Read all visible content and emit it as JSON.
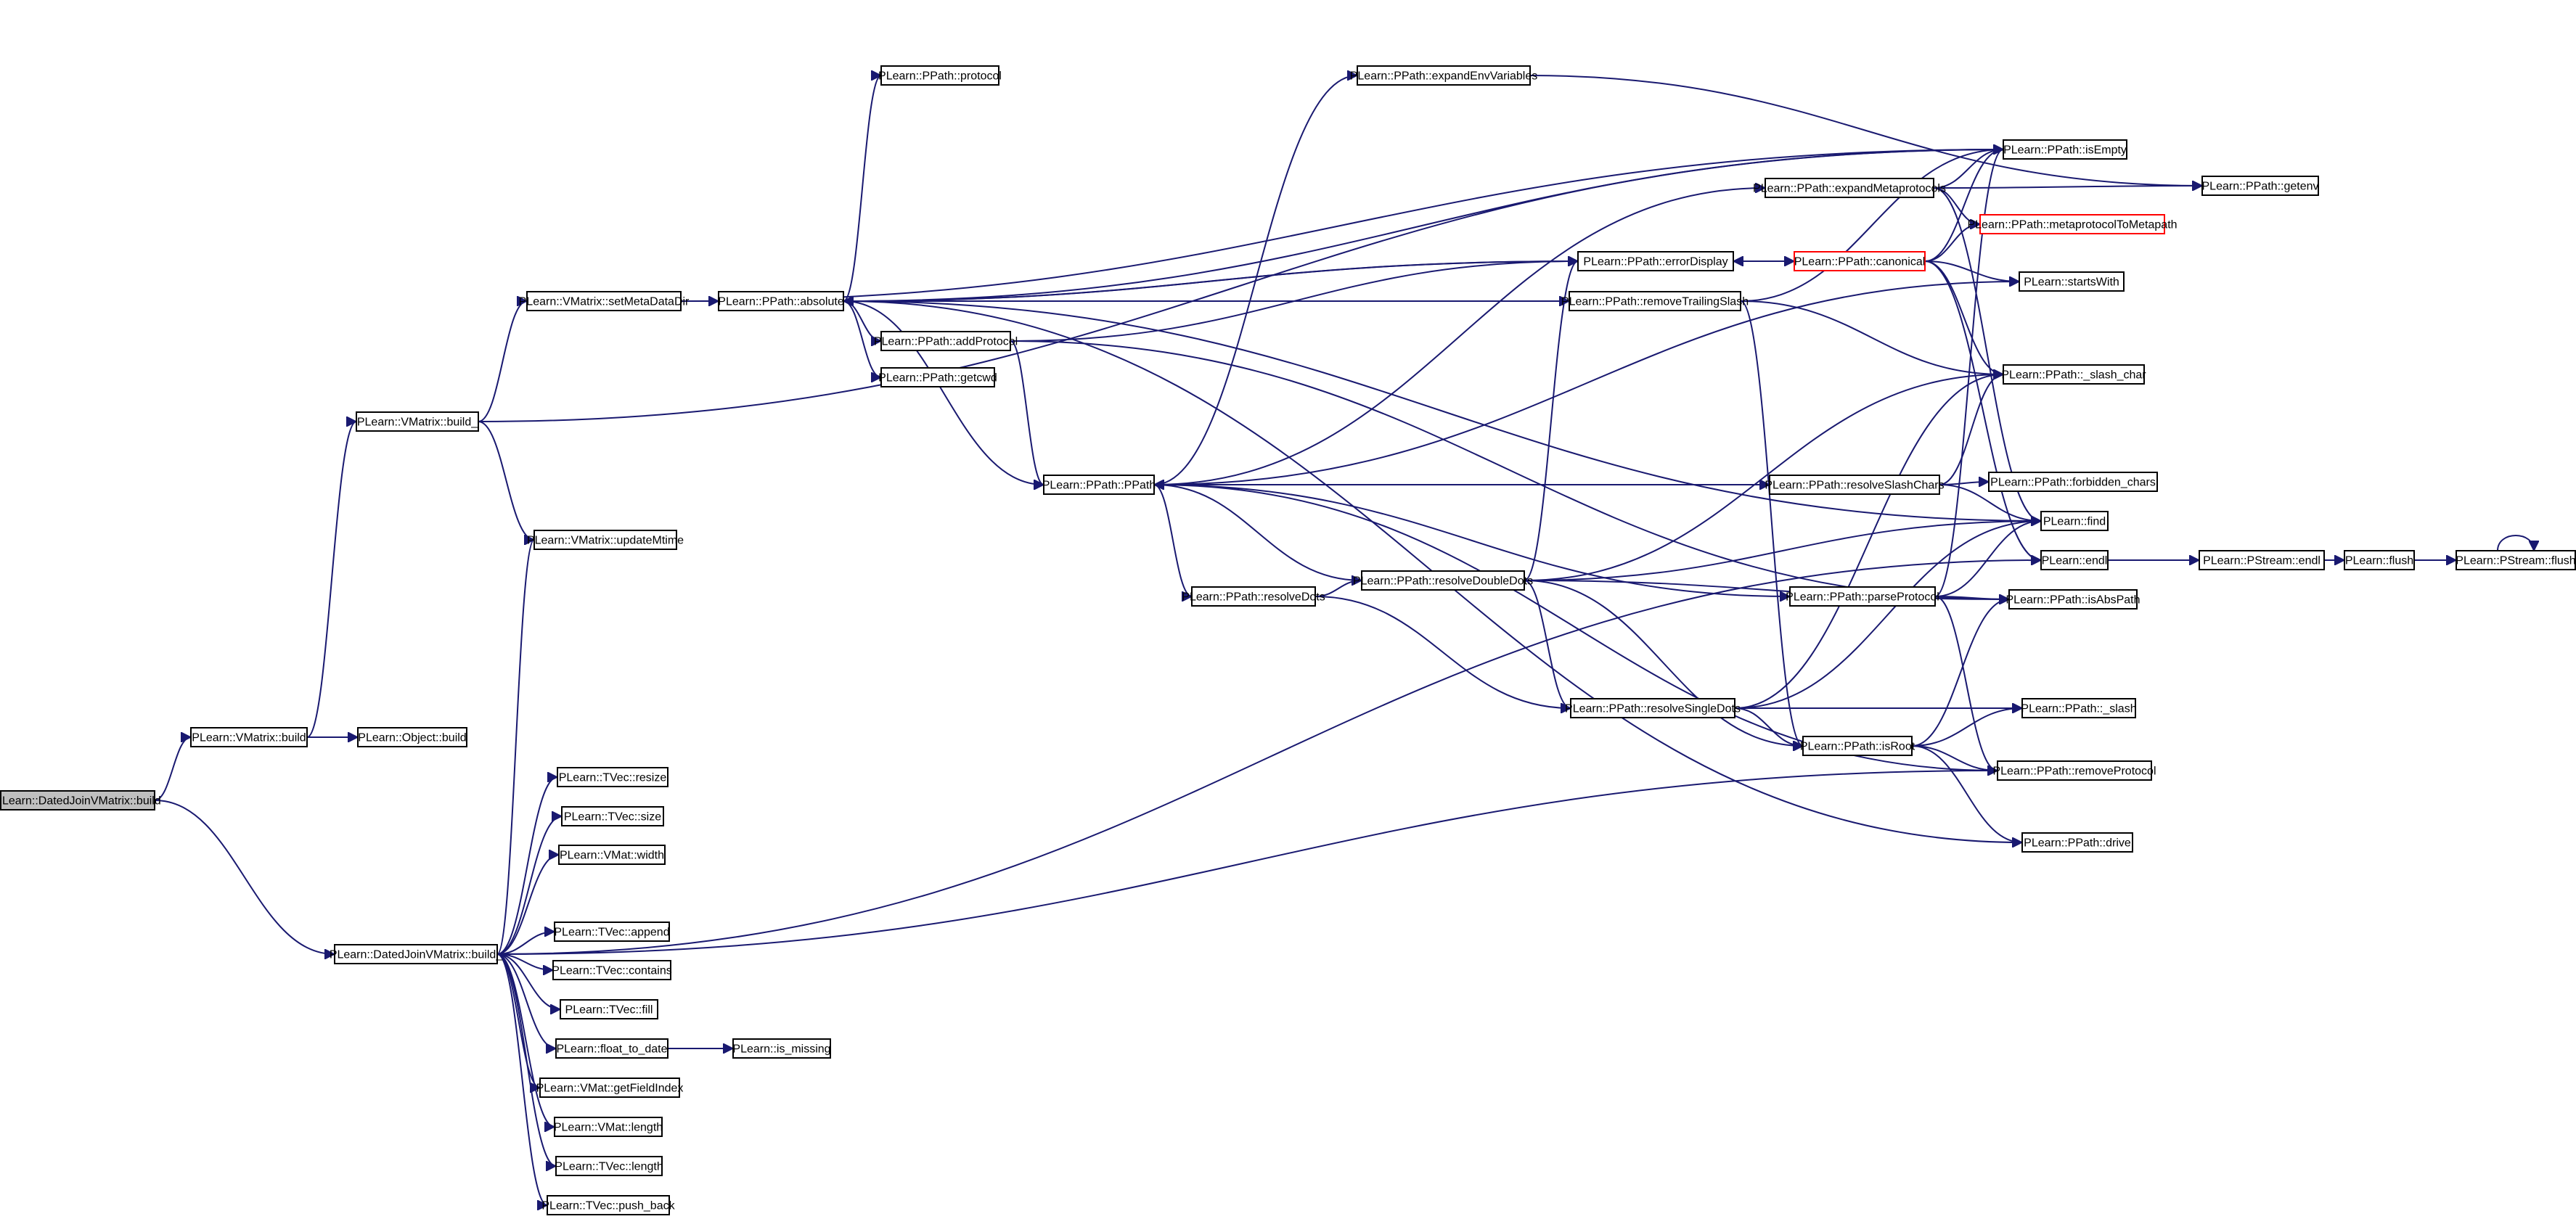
{
  "graph": {
    "edge_color": "#191970",
    "root_fill": "#bfbfbf",
    "highlight_border": "#ff0000",
    "nodes": [
      {
        "id": "root",
        "label": "PLearn::DatedJoinVMatrix::build"
      },
      {
        "id": "vmbuild",
        "label": "PLearn::VMatrix::build"
      },
      {
        "id": "objbuild",
        "label": "PLearn::Object::build"
      },
      {
        "id": "vmbuild_",
        "label": "PLearn::VMatrix::build_"
      },
      {
        "id": "djbuild_",
        "label": "PLearn::DatedJoinVMatrix::build_"
      },
      {
        "id": "setmeta",
        "label": "PLearn::VMatrix::setMetaDataDir"
      },
      {
        "id": "updmtime",
        "label": "PLearn::VMatrix::updateMtime"
      },
      {
        "id": "absolute",
        "label": "PLearn::PPath::absolute"
      },
      {
        "id": "protocol",
        "label": "PLearn::PPath::protocol"
      },
      {
        "id": "addprotocol",
        "label": "PLearn::PPath::addProtocol"
      },
      {
        "id": "getcwd",
        "label": "PLearn::PPath::getcwd"
      },
      {
        "id": "ppath",
        "label": "PLearn::PPath::PPath"
      },
      {
        "id": "expandenv",
        "label": "PLearn::PPath::expandEnvVariables"
      },
      {
        "id": "isempty",
        "label": "PLearn::PPath::isEmpty"
      },
      {
        "id": "getenv",
        "label": "PLearn::PPath::getenv"
      },
      {
        "id": "expandmeta",
        "label": "PLearn::PPath::expandMetaprotocols"
      },
      {
        "id": "metatometa",
        "label": "PLearn::PPath::metaprotocolToMetapath"
      },
      {
        "id": "errordisplay",
        "label": "PLearn::PPath::errorDisplay"
      },
      {
        "id": "canonical",
        "label": "PLearn::PPath::canonical"
      },
      {
        "id": "removetrail",
        "label": "PLearn::PPath::removeTrailingSlash"
      },
      {
        "id": "startswith",
        "label": "PLearn::startsWith"
      },
      {
        "id": "slashchar",
        "label": "PLearn::PPath::_slash_char"
      },
      {
        "id": "resolveslash",
        "label": "PLearn::PPath::resolveSlashChars"
      },
      {
        "id": "forbidden",
        "label": "PLearn::PPath::forbidden_chars"
      },
      {
        "id": "find",
        "label": "PLearn::find"
      },
      {
        "id": "endl",
        "label": "PLearn::endl"
      },
      {
        "id": "pstreamendl",
        "label": "PLearn::PStream::endl"
      },
      {
        "id": "flush",
        "label": "PLearn::flush"
      },
      {
        "id": "pstreamflush",
        "label": "PLearn::PStream::flush"
      },
      {
        "id": "resolvedots",
        "label": "PLearn::PPath::resolveDots"
      },
      {
        "id": "resolvedouble",
        "label": "PLearn::PPath::resolveDoubleDots"
      },
      {
        "id": "parseprotocol",
        "label": "PLearn::PPath::parseProtocol"
      },
      {
        "id": "isabspath",
        "label": "PLearn::PPath::isAbsPath"
      },
      {
        "id": "resolvesingle",
        "label": "PLearn::PPath::resolveSingleDots"
      },
      {
        "id": "slash",
        "label": "PLearn::PPath::_slash"
      },
      {
        "id": "isroot",
        "label": "PLearn::PPath::isRoot"
      },
      {
        "id": "removeprotocol",
        "label": "PLearn::PPath::removeProtocol"
      },
      {
        "id": "drive",
        "label": "PLearn::PPath::drive"
      },
      {
        "id": "tvresize",
        "label": "PLearn::TVec::resize"
      },
      {
        "id": "tvsize",
        "label": "PLearn::TVec::size"
      },
      {
        "id": "vmatwidth",
        "label": "PLearn::VMat::width"
      },
      {
        "id": "tvappend",
        "label": "PLearn::TVec::append"
      },
      {
        "id": "tvcontains",
        "label": "PLearn::TVec::contains"
      },
      {
        "id": "tvfill",
        "label": "PLearn::TVec::fill"
      },
      {
        "id": "floattodate",
        "label": "PLearn::float_to_date"
      },
      {
        "id": "ismissing",
        "label": "PLearn::is_missing"
      },
      {
        "id": "getfieldindex",
        "label": "PLearn::VMat::getFieldIndex"
      },
      {
        "id": "vmatlength",
        "label": "PLearn::VMat::length"
      },
      {
        "id": "tvlength",
        "label": "PLearn::TVec::length"
      },
      {
        "id": "tvpushback",
        "label": "PLearn::TVec::push_back"
      }
    ],
    "edges": [
      [
        "root",
        "vmbuild"
      ],
      [
        "root",
        "djbuild_"
      ],
      [
        "vmbuild",
        "objbuild"
      ],
      [
        "vmbuild",
        "vmbuild_"
      ],
      [
        "vmbuild_",
        "setmeta"
      ],
      [
        "vmbuild_",
        "updmtime"
      ],
      [
        "vmbuild_",
        "isempty"
      ],
      [
        "setmeta",
        "absolute"
      ],
      [
        "setmeta",
        "isempty"
      ],
      [
        "absolute",
        "protocol"
      ],
      [
        "absolute",
        "addprotocol"
      ],
      [
        "absolute",
        "getcwd"
      ],
      [
        "absolute",
        "ppath"
      ],
      [
        "absolute",
        "errordisplay"
      ],
      [
        "absolute",
        "removetrail"
      ],
      [
        "absolute",
        "isempty"
      ],
      [
        "absolute",
        "find"
      ],
      [
        "addprotocol",
        "ppath"
      ],
      [
        "addprotocol",
        "errordisplay"
      ],
      [
        "addprotocol",
        "isabspath"
      ],
      [
        "ppath",
        "expandenv"
      ],
      [
        "ppath",
        "expandmeta"
      ],
      [
        "ppath",
        "resolveslash"
      ],
      [
        "ppath",
        "resolvedots"
      ],
      [
        "ppath",
        "parseprotocol"
      ],
      [
        "ppath",
        "startswith"
      ],
      [
        "expandenv",
        "getenv"
      ],
      [
        "expandmeta",
        "isempty"
      ],
      [
        "expandmeta",
        "getenv"
      ],
      [
        "expandmeta",
        "metatometa"
      ],
      [
        "expandmeta",
        "find"
      ],
      [
        "errordisplay",
        "canonical"
      ],
      [
        "errordisplay",
        "absolute"
      ],
      [
        "canonical",
        "metatometa"
      ],
      [
        "canonical",
        "startswith"
      ],
      [
        "canonical",
        "slashchar"
      ],
      [
        "canonical",
        "isempty"
      ],
      [
        "canonical",
        "endl"
      ],
      [
        "canonical",
        "errordisplay"
      ],
      [
        "removetrail",
        "isempty"
      ],
      [
        "removetrail",
        "slashchar"
      ],
      [
        "removetrail",
        "isroot"
      ],
      [
        "removetrail",
        "absolute"
      ],
      [
        "resolveslash",
        "forbidden"
      ],
      [
        "resolveslash",
        "slashchar"
      ],
      [
        "resolveslash",
        "find"
      ],
      [
        "resolvedots",
        "resolvedouble"
      ],
      [
        "resolvedots",
        "resolvesingle"
      ],
      [
        "resolvedouble",
        "errordisplay"
      ],
      [
        "resolvedouble",
        "slashchar"
      ],
      [
        "resolvedouble",
        "find"
      ],
      [
        "resolvedouble",
        "resolvesingle"
      ],
      [
        "resolvedouble",
        "isroot"
      ],
      [
        "resolvedouble",
        "isabspath"
      ],
      [
        "resolvedouble",
        "ppath"
      ],
      [
        "parseprotocol",
        "isempty"
      ],
      [
        "parseprotocol",
        "isabspath"
      ],
      [
        "parseprotocol",
        "removeprotocol"
      ],
      [
        "parseprotocol",
        "find"
      ],
      [
        "resolvesingle",
        "slash"
      ],
      [
        "resolvesingle",
        "isroot"
      ],
      [
        "resolvesingle",
        "find"
      ],
      [
        "resolvesingle",
        "slashchar"
      ],
      [
        "isroot",
        "slash"
      ],
      [
        "isroot",
        "removeprotocol"
      ],
      [
        "isroot",
        "drive"
      ],
      [
        "isroot",
        "isabspath"
      ],
      [
        "removeprotocol",
        "ppath"
      ],
      [
        "drive",
        "absolute"
      ],
      [
        "endl",
        "pstreamendl"
      ],
      [
        "pstreamendl",
        "flush"
      ],
      [
        "flush",
        "pstreamflush"
      ],
      [
        "pstreamflush",
        "pstreamflush"
      ],
      [
        "djbuild_",
        "updmtime"
      ],
      [
        "djbuild_",
        "tvresize"
      ],
      [
        "djbuild_",
        "tvsize"
      ],
      [
        "djbuild_",
        "vmatwidth"
      ],
      [
        "djbuild_",
        "tvappend"
      ],
      [
        "djbuild_",
        "tvcontains"
      ],
      [
        "djbuild_",
        "tvfill"
      ],
      [
        "djbuild_",
        "floattodate"
      ],
      [
        "djbuild_",
        "getfieldindex"
      ],
      [
        "djbuild_",
        "vmatlength"
      ],
      [
        "djbuild_",
        "tvlength"
      ],
      [
        "djbuild_",
        "tvpushback"
      ],
      [
        "djbuild_",
        "endl"
      ],
      [
        "djbuild_",
        "removeprotocol"
      ],
      [
        "floattodate",
        "ismissing"
      ]
    ]
  }
}
